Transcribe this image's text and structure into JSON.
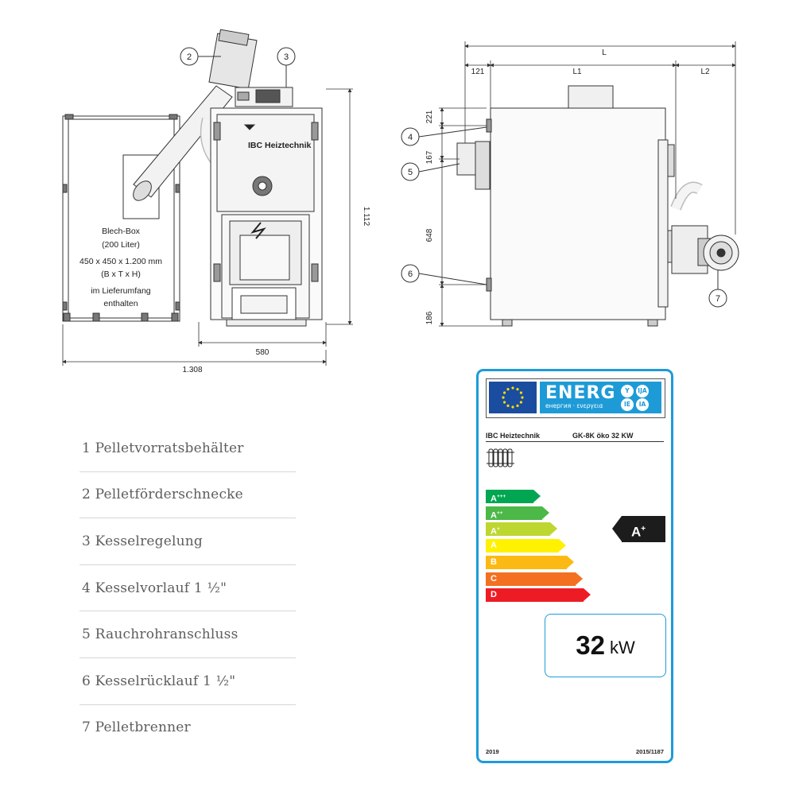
{
  "front_view": {
    "callouts": [
      "2",
      "3"
    ],
    "brand_plate": "IBC Heiztechnik",
    "box": {
      "line1": "Blech-Box",
      "line2": "(200 Liter)",
      "line3": "450 x 450 x 1.200 mm",
      "line4": "(B x T x H)",
      "line5": "im Lieferumfang",
      "line6": "enthalten"
    },
    "dim_height": "1.112",
    "dim_boiler_width": "580",
    "dim_total_width": "1.308"
  },
  "side_view": {
    "dim_L": "L",
    "dim_121": "121",
    "dim_L1": "L1",
    "dim_L2": "L2",
    "dim_221": "221",
    "dim_167": "167",
    "dim_648": "648",
    "dim_186": "186",
    "callouts": [
      "4",
      "5",
      "6",
      "7"
    ]
  },
  "legend": [
    "1 Pelletvorratsbehälter",
    "2 Pelletförderschnecke",
    "3 Kesselregelung",
    "4 Kesselvorlauf 1 ½\"",
    "5 Rauchrohranschluss",
    "6 Kesselrücklauf 1 ½\"",
    "7 Pelletbrenner"
  ],
  "energy_label": {
    "energ_word": "ENERG",
    "energ_sub": "енергия · ενεργεια",
    "lang_codes": [
      "Y",
      "IJA",
      "IE",
      "IA"
    ],
    "supplier": "IBC Heiztechnik",
    "model": "GK-8K öko 32 KW",
    "classes": [
      {
        "label": "A",
        "sup": "+++",
        "color": "#00a651"
      },
      {
        "label": "A",
        "sup": "++",
        "color": "#4cb848"
      },
      {
        "label": "A",
        "sup": "+",
        "color": "#bed630"
      },
      {
        "label": "A",
        "sup": "",
        "color": "#fff200"
      },
      {
        "label": "B",
        "sup": "",
        "color": "#fdb913"
      },
      {
        "label": "C",
        "sup": "",
        "color": "#f37021"
      },
      {
        "label": "D",
        "sup": "",
        "color": "#ed1c24"
      }
    ],
    "rating": "A",
    "rating_sup": "+",
    "power_value": "32",
    "power_unit": "kW",
    "year": "2019",
    "regulation": "2015/1187",
    "accent": "#1e9bd7"
  }
}
